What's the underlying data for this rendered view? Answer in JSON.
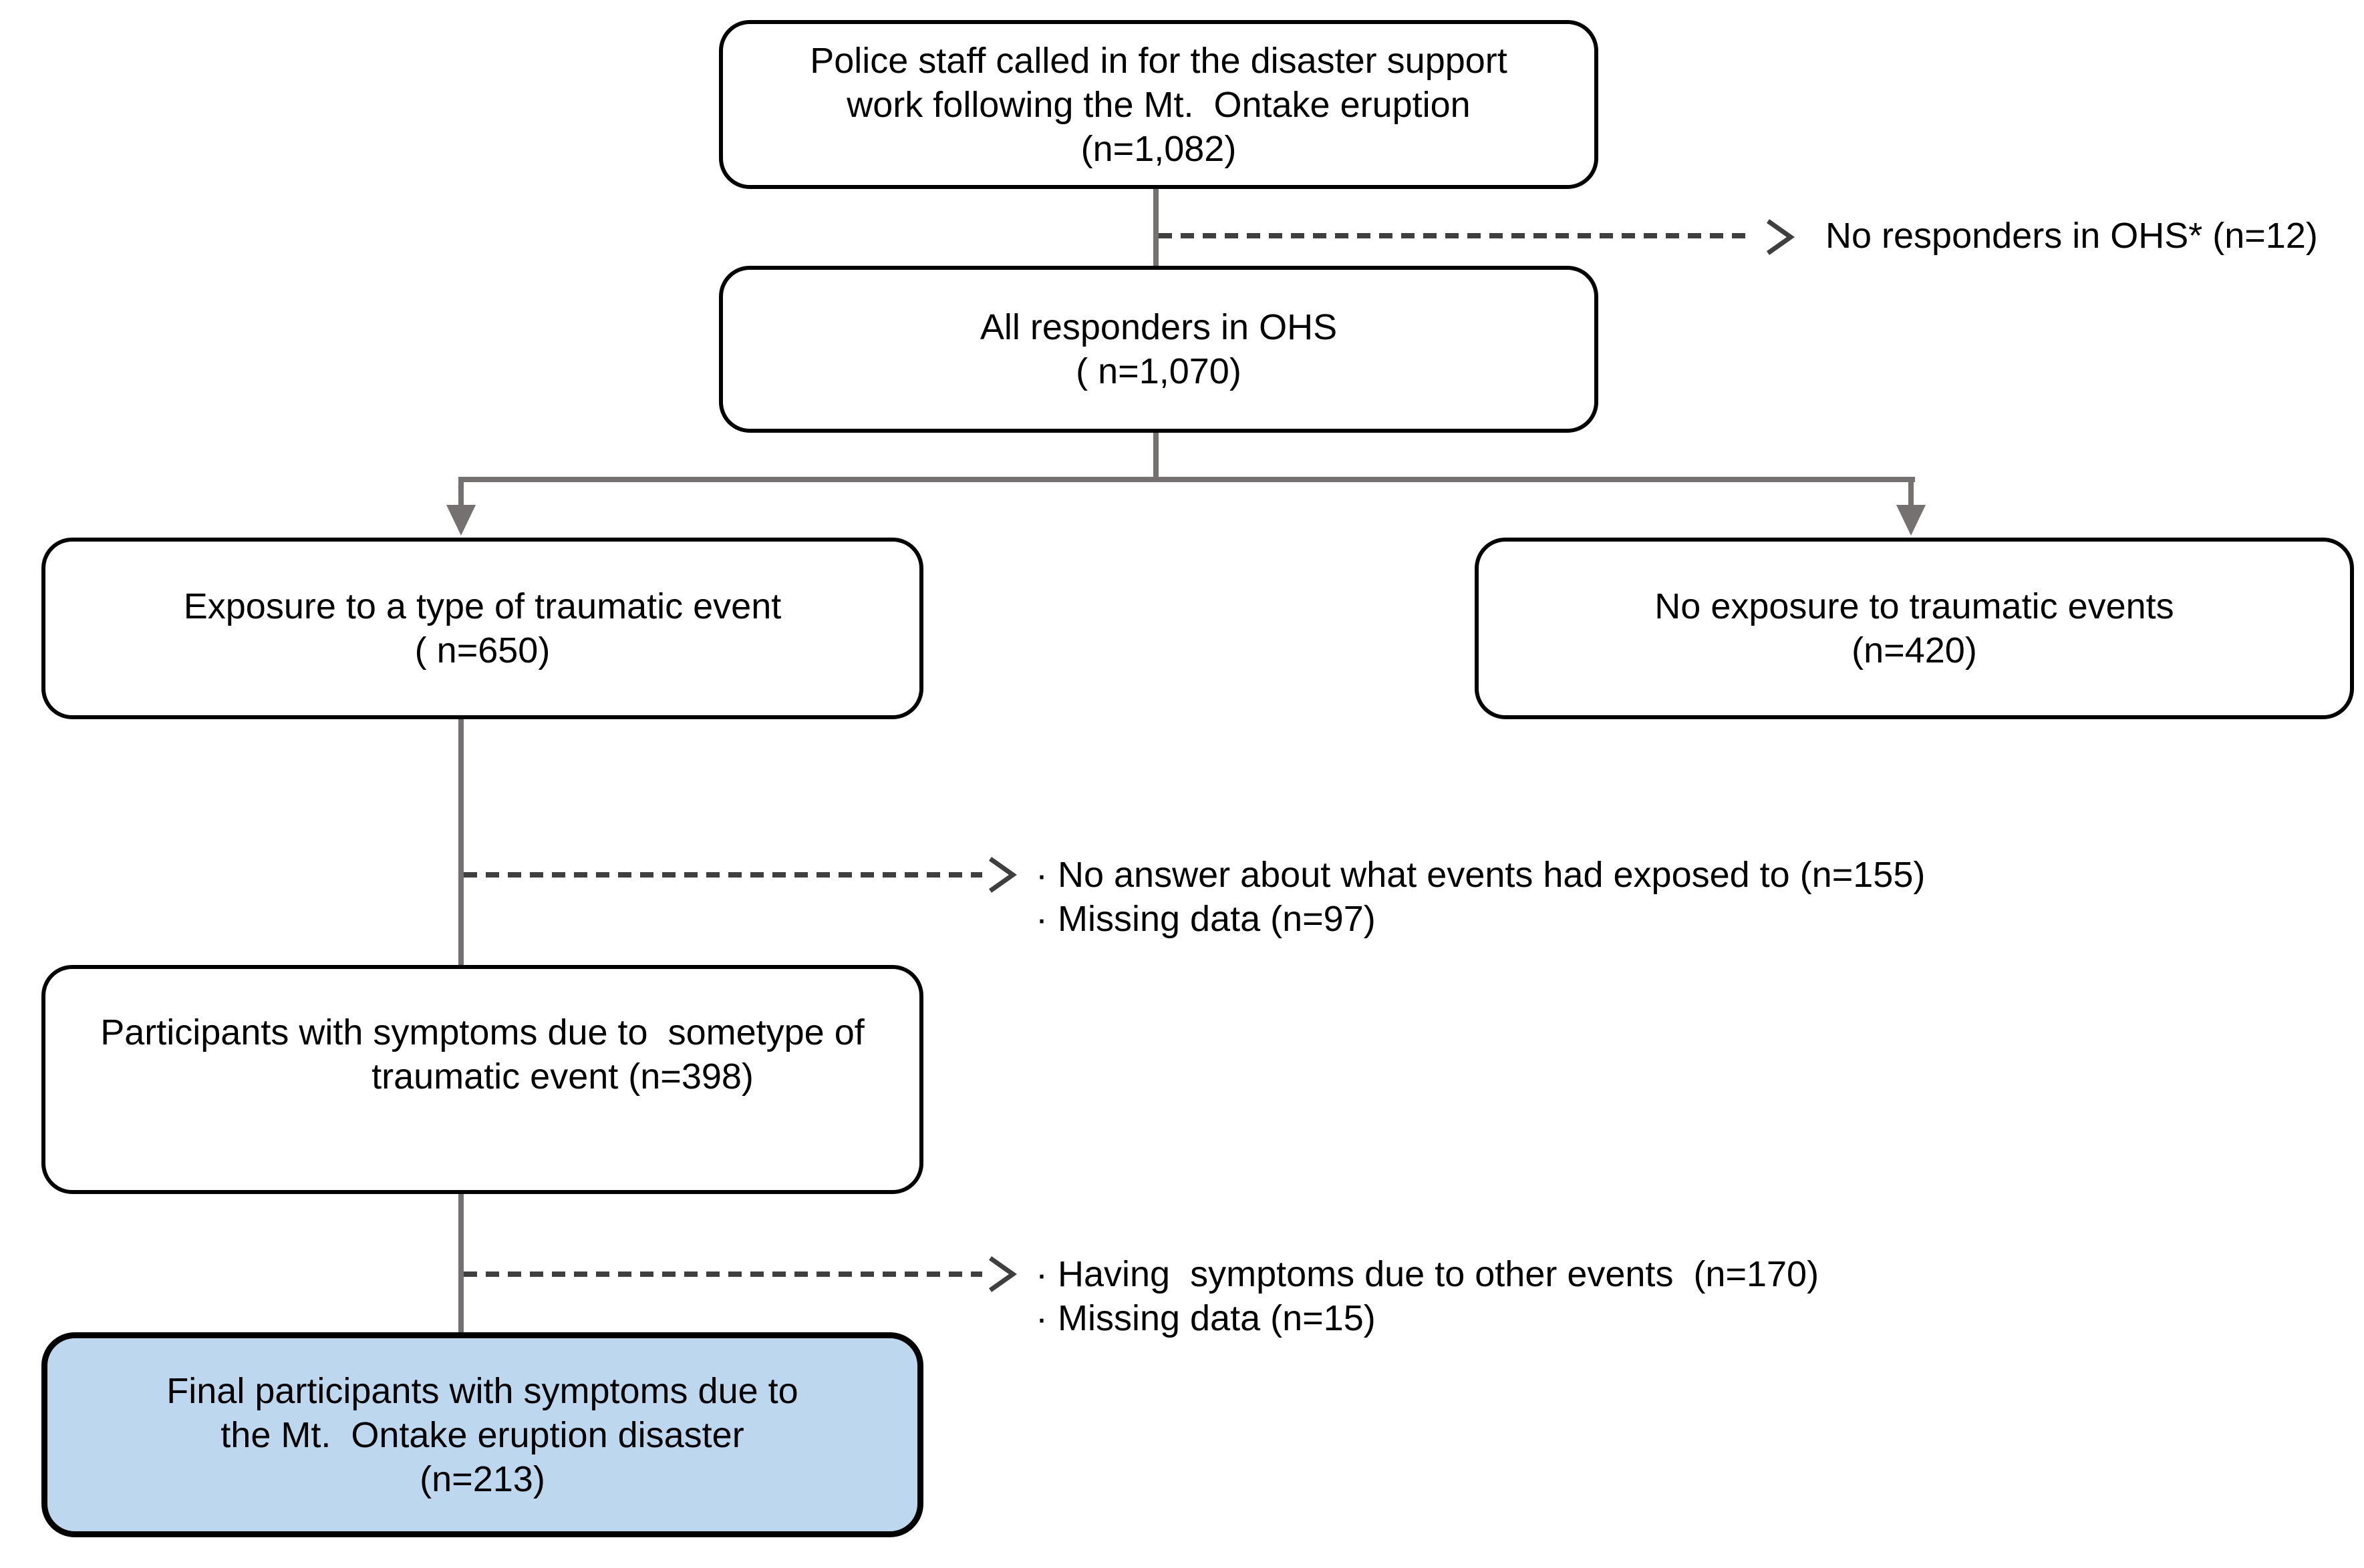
{
  "figure": {
    "background": "#FFFFFF",
    "boxes": {
      "police": {
        "lines": [
          "Police staff called in for the disaster support",
          "work following the Mt.  Ontake eruption",
          "(n=1,082)"
        ]
      },
      "responders": {
        "lines": [
          "All responders in OHS",
          "( n=1,070)"
        ]
      },
      "exposure": {
        "lines": [
          "Exposure to a type of traumatic event",
          "( n=650)"
        ]
      },
      "no_exposure": {
        "lines": [
          "No exposure to traumatic events",
          "(n=420)"
        ]
      },
      "participants": {
        "lines": [
          "Participants with symptoms due to  sometype of",
          "                traumatic event (n=398)"
        ]
      },
      "final": {
        "lines": [
          "Final participants with symptoms due to",
          "the Mt.  Ontake eruption disaster",
          "(n=213)"
        ]
      }
    },
    "annotations": {
      "no_responders": {
        "lines": [
          "No responders in OHS* (n=12)"
        ]
      },
      "exclusion_exposure": {
        "lines": [
          "· No answer about what events had exposed to (n=155)",
          "· Missing data (n=97)"
        ]
      },
      "exclusion_participants": {
        "lines": [
          "· Having  symptoms due to other events  (n=170)",
          "· Missing data (n=15)"
        ]
      }
    },
    "colors": {
      "box_border": "#000000",
      "box_fill": "#FFFFFF",
      "final_box_fill": "#BDD7EE",
      "connector": "#767171",
      "dashed_connector": "#3F3F3F",
      "text": "#000000"
    }
  }
}
